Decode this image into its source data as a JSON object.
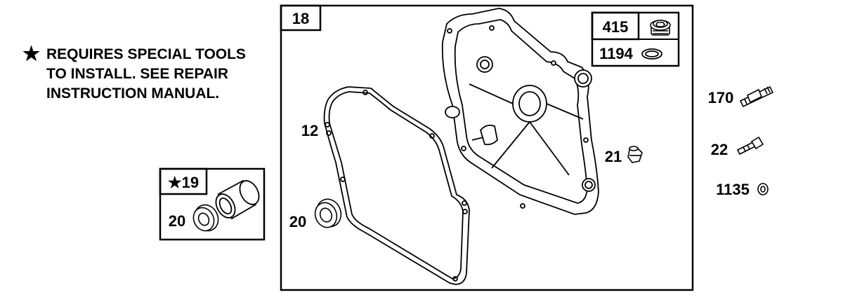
{
  "note": {
    "symbol": "★",
    "lines": [
      "REQUIRES SPECIAL TOOLS",
      "TO INSTALL.  SEE REPAIR",
      "INSTRUCTION MANUAL."
    ]
  },
  "main_box": {
    "label": "18"
  },
  "inset_box": {
    "upper_label": "415",
    "lower_label": "1194"
  },
  "left_box": {
    "header_label": "★19",
    "part_label": "20"
  },
  "callouts": {
    "gasket": "12",
    "seal": "20",
    "plug": "21",
    "stud": "170",
    "screw": "22",
    "washer": "1135"
  }
}
